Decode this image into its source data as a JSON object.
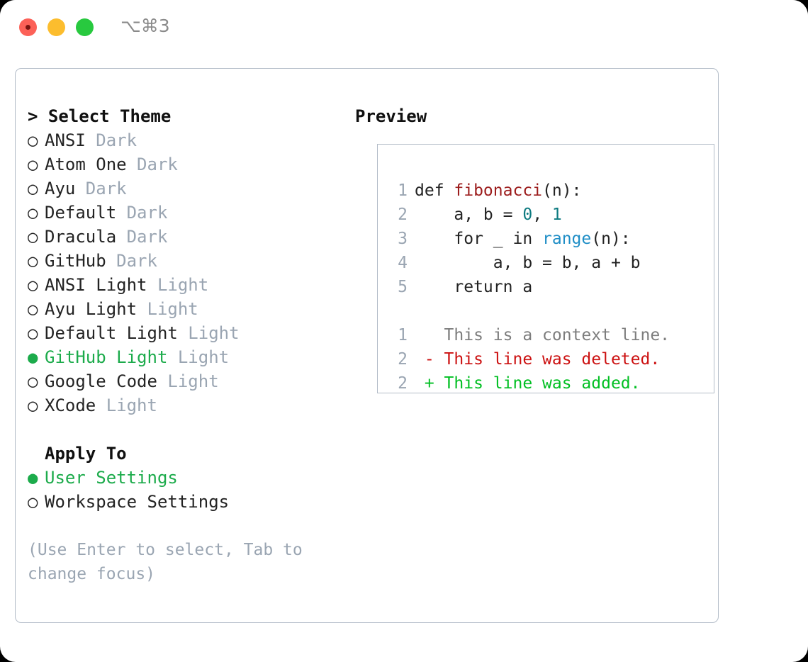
{
  "titlebar": {
    "shortcut": "⌥⌘3",
    "buttons": {
      "close": "close",
      "minimize": "minimize",
      "maximize": "maximize"
    }
  },
  "theme_picker": {
    "header": "> Select Theme",
    "bullet_selected": "●",
    "bullet_unselected": "○",
    "items": [
      {
        "name": "ANSI",
        "variant": "Dark",
        "selected": false
      },
      {
        "name": "Atom One",
        "variant": "Dark",
        "selected": false
      },
      {
        "name": "Ayu",
        "variant": "Dark",
        "selected": false
      },
      {
        "name": "Default",
        "variant": "Dark",
        "selected": false
      },
      {
        "name": "Dracula",
        "variant": "Dark",
        "selected": false
      },
      {
        "name": "GitHub",
        "variant": "Dark",
        "selected": false
      },
      {
        "name": "ANSI Light",
        "variant": "Light",
        "selected": false
      },
      {
        "name": "Ayu Light",
        "variant": "Light",
        "selected": false
      },
      {
        "name": "Default Light",
        "variant": "Light",
        "selected": false
      },
      {
        "name": "GitHub Light",
        "variant": "Light",
        "selected": true
      },
      {
        "name": "Google Code",
        "variant": "Light",
        "selected": false
      },
      {
        "name": "XCode",
        "variant": "Light",
        "selected": false
      }
    ]
  },
  "apply_to": {
    "title": "Apply To",
    "options": [
      {
        "name": "User Settings",
        "selected": true
      },
      {
        "name": "Workspace Settings",
        "selected": false
      }
    ]
  },
  "hint": "(Use Enter to select, Tab to change focus)",
  "preview": {
    "title": "Preview",
    "code_lines": [
      {
        "num": "1",
        "tokens": [
          {
            "t": "def ",
            "c": "plain"
          },
          {
            "t": "fibonacci",
            "c": "fn"
          },
          {
            "t": "(n):",
            "c": "plain"
          }
        ]
      },
      {
        "num": "2",
        "tokens": [
          {
            "t": "    a, b = ",
            "c": "plain"
          },
          {
            "t": "0",
            "c": "num"
          },
          {
            "t": ", ",
            "c": "plain"
          },
          {
            "t": "1",
            "c": "num"
          }
        ]
      },
      {
        "num": "3",
        "tokens": [
          {
            "t": "    for _ in ",
            "c": "plain"
          },
          {
            "t": "range",
            "c": "call"
          },
          {
            "t": "(n):",
            "c": "plain"
          }
        ]
      },
      {
        "num": "4",
        "tokens": [
          {
            "t": "        a, b = b, a + b",
            "c": "plain"
          }
        ]
      },
      {
        "num": "5",
        "tokens": [
          {
            "t": "    return a",
            "c": "plain"
          }
        ]
      }
    ],
    "diff_lines": [
      {
        "num": "1",
        "marker": "  ",
        "text": "This is a context line.",
        "kind": "ctx"
      },
      {
        "num": "2",
        "marker": "- ",
        "text": "This line was deleted.",
        "kind": "del"
      },
      {
        "num": "2",
        "marker": "+ ",
        "text": "This line was added.",
        "kind": "add"
      }
    ]
  },
  "colors": {
    "selected_green": "#1cab4b",
    "muted_gray": "#9aa5b2",
    "border": "#b3bcc8",
    "diff_added": "#00bf22",
    "diff_deleted": "#cc1111",
    "diff_context": "#7d7d7d",
    "token_function": "#9c1c1c",
    "token_number": "#0d7a80",
    "token_call": "#1f8ec6",
    "traffic_close": "#fc6158",
    "traffic_min": "#fcbd2e",
    "traffic_max": "#28c93f"
  }
}
